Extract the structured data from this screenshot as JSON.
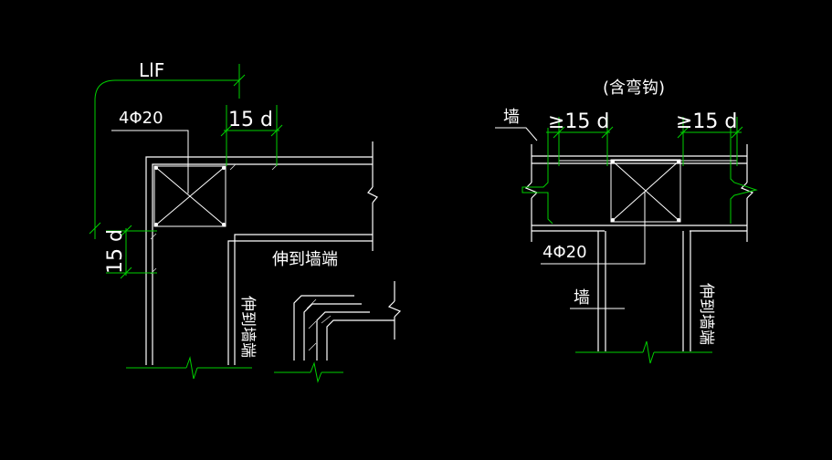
{
  "colors": {
    "background": "#000000",
    "lines": "#ffffff",
    "dimension": "#00d000"
  },
  "left_detail": {
    "label_llf": "LlF",
    "label_rebar": "4Φ20",
    "label_15d_top": "15 d",
    "label_15d_side": "15 d",
    "label_extend_horizontal": "伸到墙端",
    "label_extend_vertical": "伸到墙端"
  },
  "right_detail": {
    "label_hook_note": "(含弯钩)",
    "label_15d_left": "≥15 d",
    "label_15d_right": "≥15 d",
    "label_wall_top": "墙",
    "label_rebar": "4Φ20",
    "label_wall_bottom": "墙",
    "label_extend_vertical": "伸到墙端"
  }
}
